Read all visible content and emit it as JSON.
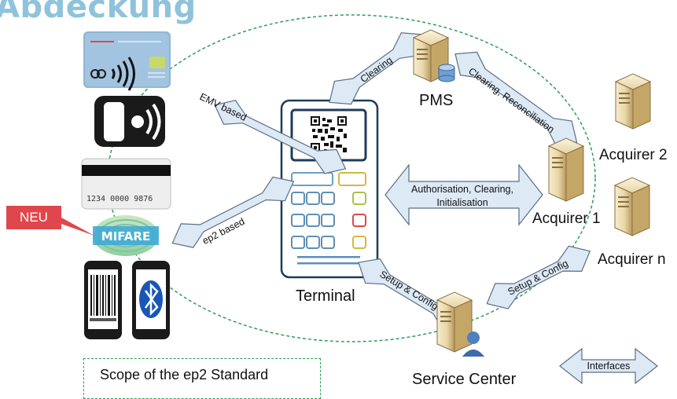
{
  "title": "Abdeckung",
  "labels": {
    "pms": "PMS",
    "acquirer_1": "Acquirer 1",
    "acquirer_2": "Acquirer 2",
    "acquirer_n": "Acquirer n",
    "terminal": "Terminal",
    "service_center": "Service Center"
  },
  "arrows": {
    "clearing": "Clearing",
    "clearing_reconciliation": "Clearing, Reconciliation",
    "emv_based": "EMV based",
    "ep2_based": "ep2 based",
    "auth_line1": "Authorisation, Clearing,",
    "auth_line2": "Initialisation",
    "setup_config_left": "Setup & Config",
    "setup_config_right": "Setup & Config",
    "interfaces": "Interfaces"
  },
  "badge": "NEU",
  "mifare": "MIFARE",
  "card_number": "1234  0000  9876",
  "legend": "Scope of the ep2 Standard",
  "colors": {
    "title": "#8fc3db",
    "arrow_fill": "#dde9f5",
    "arrow_stroke": "#5b6f86",
    "scope_dash": "#2e9e55",
    "badge": "#e0474c",
    "terminal_border": "#1f3b5c"
  },
  "icons": [
    "contactless-card-icon",
    "nfc-phone-icon",
    "magstripe-card-icon",
    "mifare-logo-icon",
    "barcode-phone-icon",
    "bluetooth-phone-icon",
    "qr-code-icon",
    "server-icon"
  ]
}
